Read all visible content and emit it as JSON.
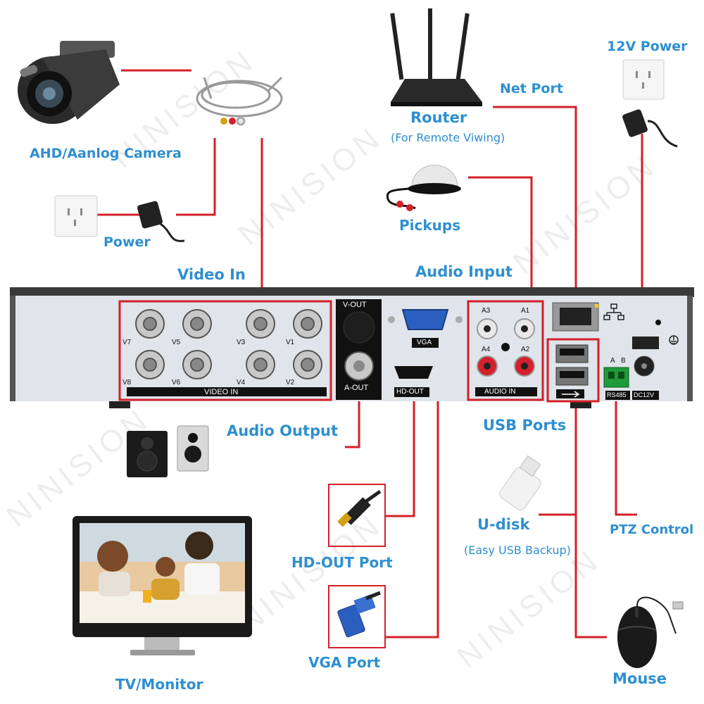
{
  "watermark": "NINISION",
  "labels": {
    "camera": "AHD/Aanlog Camera",
    "power": "Power",
    "video_in": "Video In",
    "router": "Router",
    "router_sub": "(For Remote Viwing)",
    "net_port": "Net Port",
    "power12": "12V Power",
    "pickups": "Pickups",
    "audio_input": "Audio Input",
    "audio_output": "Audio Output",
    "usb_ports": "USB Ports",
    "udisk": "U-disk",
    "udisk_sub": "(Easy USB Backup)",
    "ptz": "PTZ Control",
    "hdout_port": "HD-OUT Port",
    "vga_port": "VGA Port",
    "tv": "TV/Monitor",
    "mouse": "Mouse"
  },
  "panel": {
    "video_in": "VIDEO IN",
    "v_out": "V-OUT",
    "a_out": "A-OUT",
    "vga": "VGA",
    "hd_out": "HD-OUT",
    "audio_in": "AUDIO IN",
    "a3": "A3",
    "a1": "A1",
    "a4": "A4",
    "a2": "A2",
    "rs485": "RS485",
    "dc12v": "DC12V",
    "a": "A",
    "b": "B",
    "v7": "V7",
    "v5": "V5",
    "v3": "V3",
    "v1": "V1",
    "v8": "V8",
    "v6": "V6",
    "v4": "V4",
    "v2": "V2"
  },
  "colors": {
    "label_blue": "#2e8fd0",
    "wire_red": "#d4202a",
    "panel_face": "#dfe5ea",
    "panel_top": "#3a3a3a"
  },
  "icons": [
    "security-camera-icon",
    "cable-icon",
    "wall-socket-icon",
    "power-adapter-icon",
    "router-icon",
    "microphone-pickup-icon",
    "speakers-icon",
    "usb-flash-drive-icon",
    "hdmi-cable-icon",
    "vga-cable-icon",
    "monitor-icon",
    "mouse-icon"
  ]
}
